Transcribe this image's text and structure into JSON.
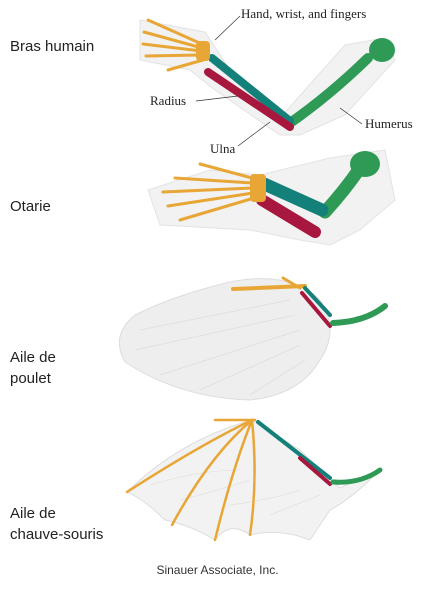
{
  "rows": [
    {
      "id": "human",
      "label": "Bras humain"
    },
    {
      "id": "otarie",
      "label": "Otarie"
    },
    {
      "id": "chicken",
      "label": "Aile de\npoulet"
    },
    {
      "id": "bat",
      "label": "Aile de\nchauve-souris"
    }
  ],
  "annotations": {
    "hand": "Hand, wrist, and fingers",
    "radius": "Radius",
    "ulna": "Ulna",
    "humerus": "Humerus"
  },
  "credit": "Sinauer Associate, Inc.",
  "colors": {
    "hand_wrist_fingers": "#e8a637",
    "radius": "#14807a",
    "ulna": "#a8173d",
    "humerus": "#2f9a55",
    "outline": "#dddddd"
  }
}
